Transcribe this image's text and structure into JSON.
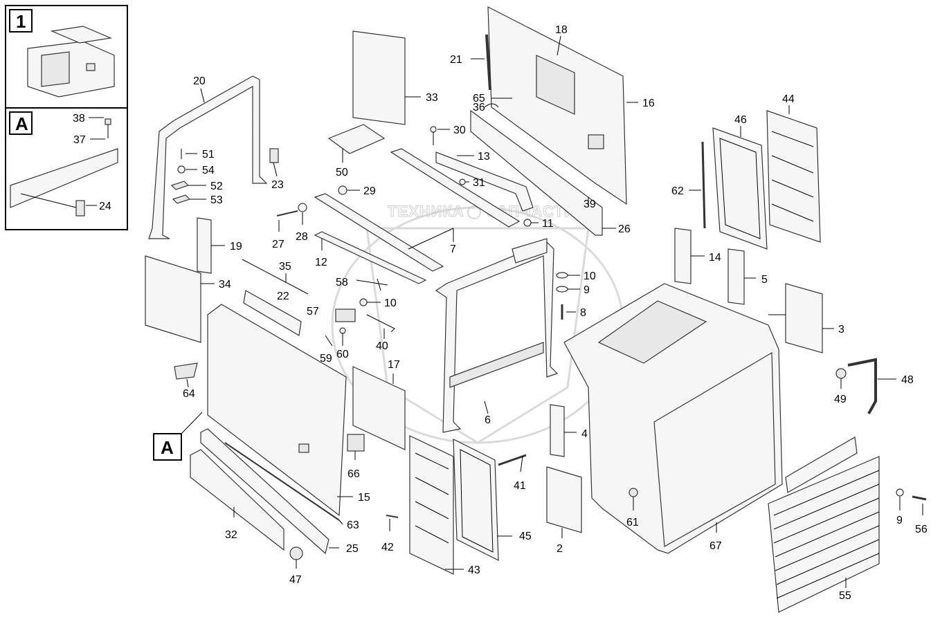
{
  "inset_1": {
    "tag": "1"
  },
  "inset_A": {
    "tag": "A"
  },
  "callout_A": "A",
  "watermark": {
    "left": "ТЕХНИКА",
    "right": "ЗАПЧАСТИ"
  },
  "labels": {
    "p1": "1",
    "p2": "2",
    "p3": "3",
    "p4": "4",
    "p5": "5",
    "p6": "6",
    "p7": "7",
    "p8": "8",
    "p9a": "9",
    "p9b": "9",
    "p10a": "10",
    "p10b": "10",
    "p11": "11",
    "p12": "12",
    "p13": "13",
    "p14": "14",
    "p15": "15",
    "p16": "16",
    "p17": "17",
    "p18": "18",
    "p19": "19",
    "p20": "20",
    "p21": "21",
    "p22": "22",
    "p23": "23",
    "p24": "24",
    "p25": "25",
    "p26": "26",
    "p27": "27",
    "p28": "28",
    "p29": "29",
    "p30": "30",
    "p31": "31",
    "p32": "32",
    "p33": "33",
    "p34": "34",
    "p35": "35",
    "p36": "36",
    "p37": "37",
    "p38": "38",
    "p39": "39",
    "p40": "40",
    "p41": "41",
    "p42": "42",
    "p43": "43",
    "p44": "44",
    "p45": "45",
    "p46": "46",
    "p47": "47",
    "p48": "48",
    "p49": "49",
    "p50": "50",
    "p51": "51",
    "p52": "52",
    "p53": "53",
    "p54": "54",
    "p55": "55",
    "p56": "56",
    "p57": "57",
    "p58": "58",
    "p59": "59",
    "p60": "60",
    "p61": "61",
    "p62": "62",
    "p63": "63",
    "p64": "64",
    "p65": "65",
    "p66": "66",
    "p67": "67"
  }
}
